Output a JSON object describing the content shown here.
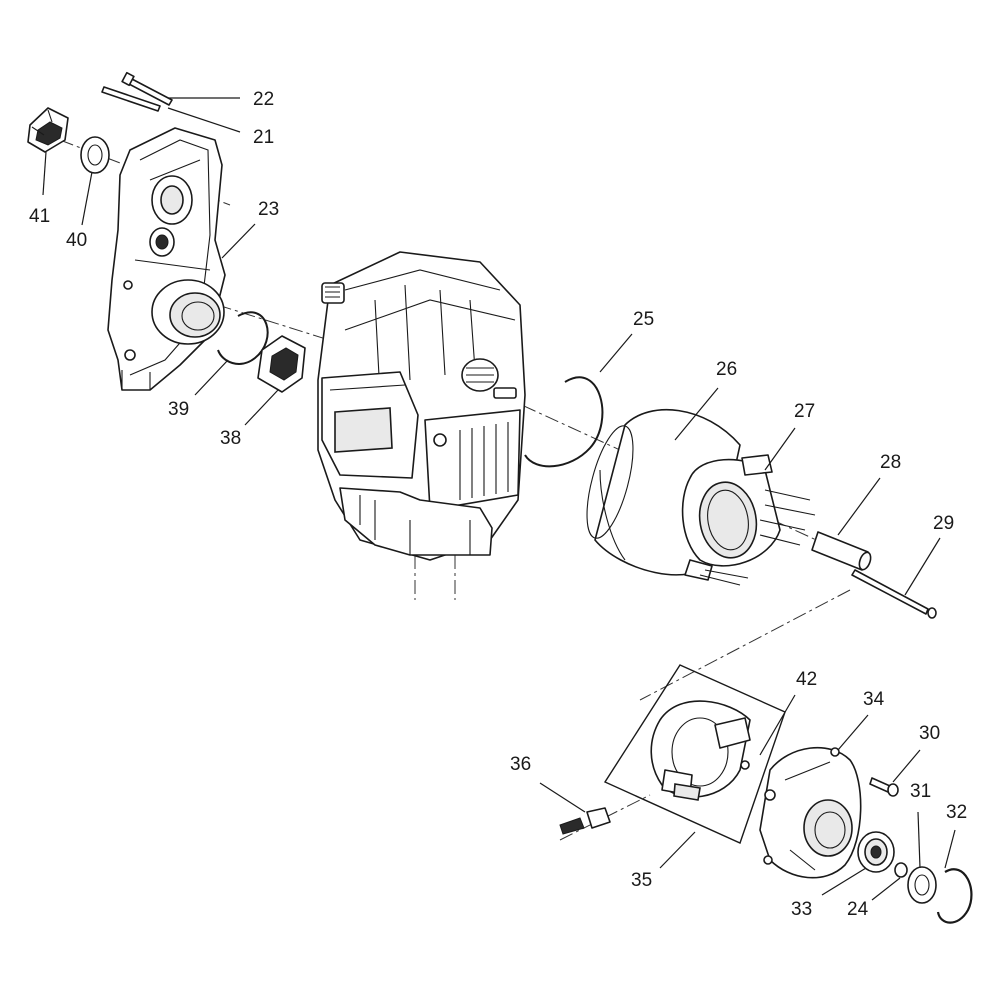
{
  "callouts": {
    "c21": "21",
    "c22": "22",
    "c23": "23",
    "c24": "24",
    "c25": "25",
    "c26": "26",
    "c27": "27",
    "c28": "28",
    "c29": "29",
    "c30": "30",
    "c31": "31",
    "c32": "32",
    "c33": "33",
    "c34": "34",
    "c35": "35",
    "c36": "36",
    "c38": "38",
    "c39": "39",
    "c40": "40",
    "c41": "41",
    "c42": "42"
  }
}
